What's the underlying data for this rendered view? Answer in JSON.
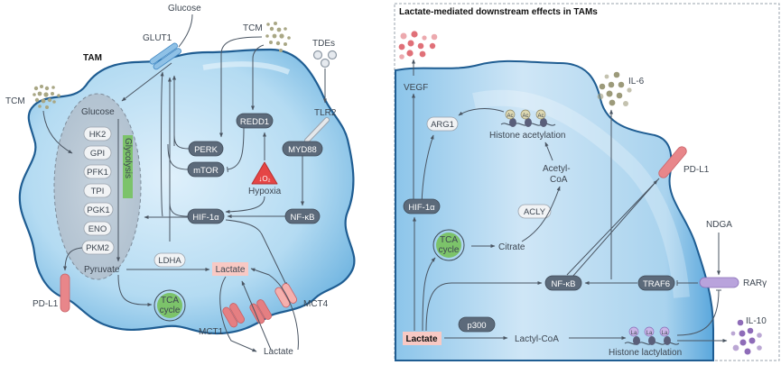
{
  "left_panel": {
    "cell_label": "TAM",
    "extracellular": {
      "glucose": "Glucose",
      "tcm_top": "TCM",
      "tcm_left": "TCM",
      "tdes": "TDEs",
      "lactate_out": "Lactate"
    },
    "membrane": {
      "glut1": "GLUT1",
      "tlr2": "TLR2",
      "pd_l1": "PD-L1",
      "mct1": "MCT1",
      "mct4": "MCT4"
    },
    "glycolysis": {
      "label": "Glycolysis",
      "start": "Glucose",
      "end": "Pyruvate",
      "enzymes": [
        "HK2",
        "GPI",
        "PFK1",
        "TPI",
        "PGK1",
        "ENO",
        "PKM2"
      ]
    },
    "nodes": {
      "perk": "PERK",
      "redd1": "REDD1",
      "mtor": "mTOR",
      "hypoxia_symbol": "↓O₂",
      "hypoxia": "Hypoxia",
      "myd88": "MYD88",
      "hif1a": "HIF-1α",
      "nfkb": "NF-κB",
      "ldha": "LDHA",
      "lactate": "Lactate",
      "tca_line1": "TCA",
      "tca_line2": "cycle"
    }
  },
  "right_panel": {
    "title": "Lactate-mediated downstream effects in TAMs",
    "nodes": {
      "vegf": "VEGF",
      "arg1": "ARG1",
      "histone_acetylation": "Histone acetylation",
      "ac_mark": "Ac",
      "il6": "IL-6",
      "acetyl_coa_line1": "Acetyl-",
      "acetyl_coa_line2": "CoA",
      "pd_l1": "PD-L1",
      "acly": "ACLY",
      "hif1a": "HIF-1α",
      "tca_line1": "TCA",
      "tca_line2": "cycle",
      "citrate": "Citrate",
      "ndga": "NDGA",
      "nfkb": "NF-κB",
      "traf6": "TRAF6",
      "rarg": "RARγ",
      "p300": "p300",
      "lactate": "Lactate",
      "lactyl_coa": "Lactyl-CoA",
      "la_mark": "La",
      "histone_lactylation": "Histone lactylation",
      "il10": "IL-10"
    }
  },
  "colors": {
    "cell_fill": "#a9d3ee",
    "membrane": "#1f5d92",
    "dark_node": "#5c6a7a",
    "light_node": "#f1f3f5",
    "lactate_bg": "#f8c9c4",
    "tca_green": "#7cc36a",
    "glycolysis_green": "#7cc36a",
    "pdl1_red": "#e8868a",
    "mct_red": "#e57f82",
    "hypoxia_red": "#e54545",
    "vegf_dots": "#e07078",
    "il6_dots": "#9c9a7a",
    "il10_dots": "#8e6cb8",
    "rarg_purple": "#b9a3dc"
  }
}
